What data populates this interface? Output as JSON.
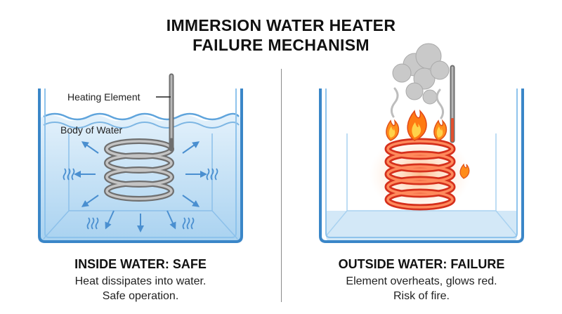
{
  "title": {
    "line1": "IMMERSION WATER HEATER",
    "line2": "FAILURE MECHANISM"
  },
  "left_panel": {
    "label_element": "Heating Element",
    "label_water": "Body of Water",
    "heading": "INSIDE WATER: SAFE",
    "line1": "Heat dissipates into water.",
    "line2": "Safe operation."
  },
  "right_panel": {
    "heading": "OUTSIDE WATER: FAILURE",
    "line1": "Element overheats, glows red.",
    "line2": "Risk of fire."
  },
  "colors": {
    "water_light": "#cfe6f7",
    "water_mid": "#a9d2f0",
    "tank_outline": "#3a86c8",
    "coil_grey": "#9a9a9a",
    "coil_red": "#f0452a",
    "flame_orange": "#ff8c1a",
    "smoke_grey": "#bdbdbd",
    "arrow_blue": "#4a8fd0"
  }
}
